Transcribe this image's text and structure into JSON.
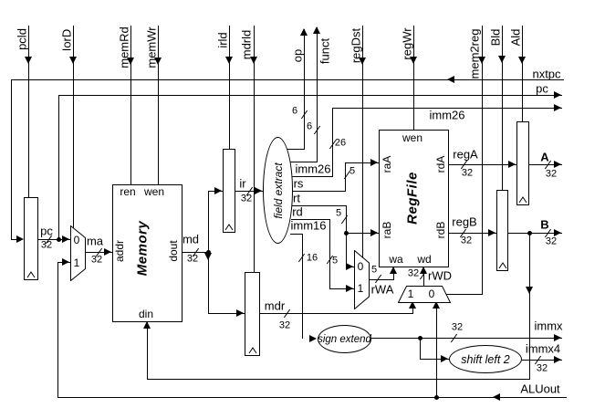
{
  "top_controls": [
    "pcld",
    "IorD",
    "memRd",
    "memWr",
    "irld",
    "mdrld",
    "op",
    "funct",
    "regDst",
    "regWr",
    "mem2reg",
    "Bld",
    "Ald"
  ],
  "right_buses": {
    "nxtpc": "nxtpc",
    "pc": "pc",
    "imm26": "imm26",
    "immx": "immx",
    "immx4": "immx4",
    "aluout": "ALUout",
    "a": "A",
    "b": "B"
  },
  "memory": {
    "title": "Memory",
    "ren": "ren",
    "wen": "wen",
    "addr": "addr",
    "dout": "dout",
    "din": "din"
  },
  "regfile": {
    "title": "RegFile",
    "wen": "wen",
    "raA": "raA",
    "raB": "raB",
    "rdA": "rdA",
    "rdB": "rdB",
    "wa": "wa",
    "wd": "wd"
  },
  "ovals": {
    "field_extract": "field extract",
    "sign_extend": "sign extend",
    "shift_left2": "shift left 2"
  },
  "wires": {
    "pc": "pc",
    "ma": "ma",
    "md": "md",
    "ir": "ir",
    "mdr": "mdr",
    "regA": "regA",
    "regB": "regB",
    "rs": "rs",
    "rt": "rt",
    "rd": "rd",
    "imm16": "imm16",
    "imm26": "imm26",
    "rWA": "rWA",
    "rWD": "rWD"
  },
  "mux": {
    "zero": "0",
    "one": "1"
  },
  "widths": {
    "w32": "32",
    "w26": "26",
    "w16": "16",
    "w6": "6",
    "w5": "5"
  }
}
